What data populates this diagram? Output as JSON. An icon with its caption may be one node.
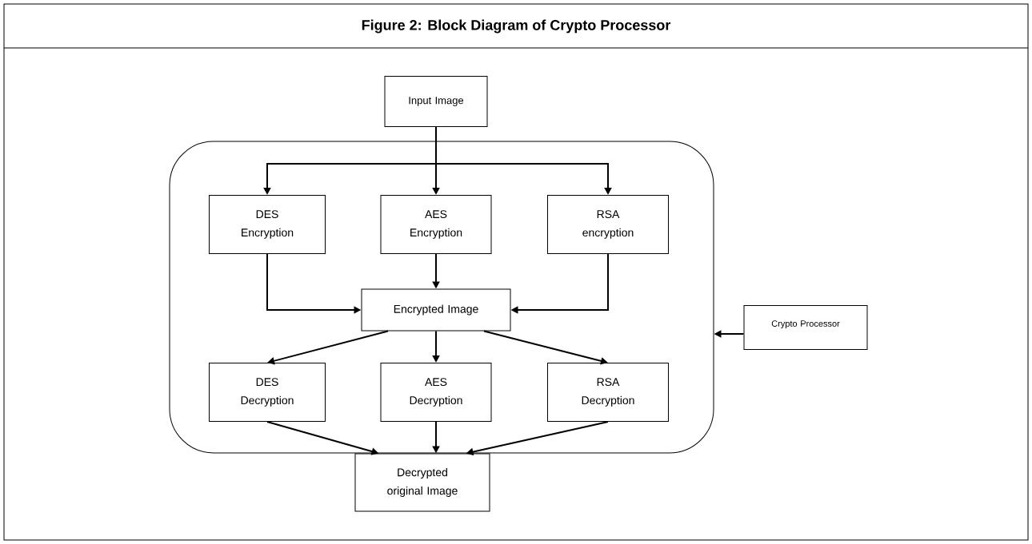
{
  "diagram": {
    "title": "Figure 2: Block Diagram of Crypto Processor",
    "nodes": [
      {
        "text": [
          "Input Image"
        ]
      },
      {
        "text": [],
        "shape": "box"
      },
      {
        "text": [
          "DES Encryption"
        ],
        "in": 1
      },
      {
        "text": [
          "AES Encryption"
        ],
        "in": 1
      },
      {
        "text": [
          "RSA encryption"
        ],
        "in": 1
      },
      {
        "text": [
          "Encrypted Image"
        ],
        "in": 1
      },
      {
        "text": [
          "DES Decryption"
        ],
        "in": 1
      },
      {
        "text": [
          "AES Decryption"
        ],
        "in": 1
      },
      {
        "text": [
          "RSA Decryption"
        ],
        "in": 1
      },
      {
        "text": [
          "Decrypted original Image"
        ]
      },
      {
        "text": [
          "Crypto Processor"
        ]
      }
    ],
    "edges": [
      {
        "from": 0,
        "to": 2,
        "arrow": "to"
      },
      {
        "from": 0,
        "to": 3,
        "arrow": "to"
      },
      {
        "from": 0,
        "to": 4,
        "arrow": "to"
      },
      {
        "from": 2,
        "to": 5,
        "arrow": "to"
      },
      {
        "from": 3,
        "to": 5,
        "arrow": "to"
      },
      {
        "from": 4,
        "to": 5,
        "arrow": "to"
      },
      {
        "from": 5,
        "to": 6,
        "arrow": "to"
      },
      {
        "from": 5,
        "to": 7,
        "arrow": "to"
      },
      {
        "from": 5,
        "to": 8,
        "arrow": "to"
      },
      {
        "from": 6,
        "to": 9,
        "arrow": "to"
      },
      {
        "from": 7,
        "to": 9,
        "arrow": "to"
      },
      {
        "from": 8,
        "to": 9,
        "arrow": "to"
      },
      {
        "from": 10,
        "to": 1,
        "arrow": "to"
      }
    ]
  }
}
